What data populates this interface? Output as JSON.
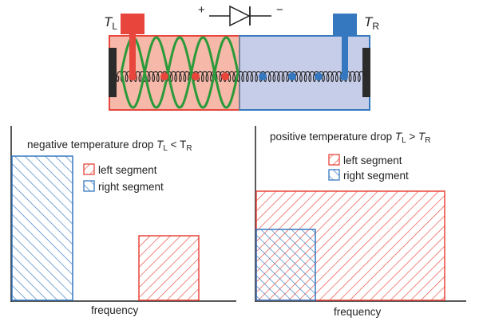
{
  "colors": {
    "left_hot": "#e8463c",
    "left_fill": "#f6b8a8",
    "right_cold": "#3578c0",
    "right_fill": "#c6cde9",
    "wave_green": "#2a9a3a",
    "wall": "#2b2b2b",
    "diode_stroke": "#222222"
  },
  "device": {
    "left_temp": {
      "symbol": "T",
      "sub": "L"
    },
    "right_temp": {
      "symbol": "T",
      "sub": "R"
    },
    "diode": {
      "plus": "+",
      "minus": "−"
    }
  },
  "charts": {
    "negative": {
      "title_prefix": "negative temperature drop ",
      "lhs": {
        "symbol": "T",
        "sub": "L"
      },
      "relation": " < ",
      "rhs": {
        "symbol": "T",
        "sub": "R"
      },
      "legend": [
        {
          "label": "left segment",
          "pattern": "left"
        },
        {
          "label": "right segment",
          "pattern": "right"
        }
      ],
      "xlabel": "frequency"
    },
    "positive": {
      "title_prefix": "positive temperature drop ",
      "lhs": {
        "symbol": "T",
        "sub": "L"
      },
      "relation": " > ",
      "rhs": {
        "symbol": "T",
        "sub": "R"
      },
      "legend": [
        {
          "label": "left segment",
          "pattern": "left"
        },
        {
          "label": "right segment",
          "pattern": "right"
        }
      ],
      "xlabel": "frequency"
    }
  }
}
